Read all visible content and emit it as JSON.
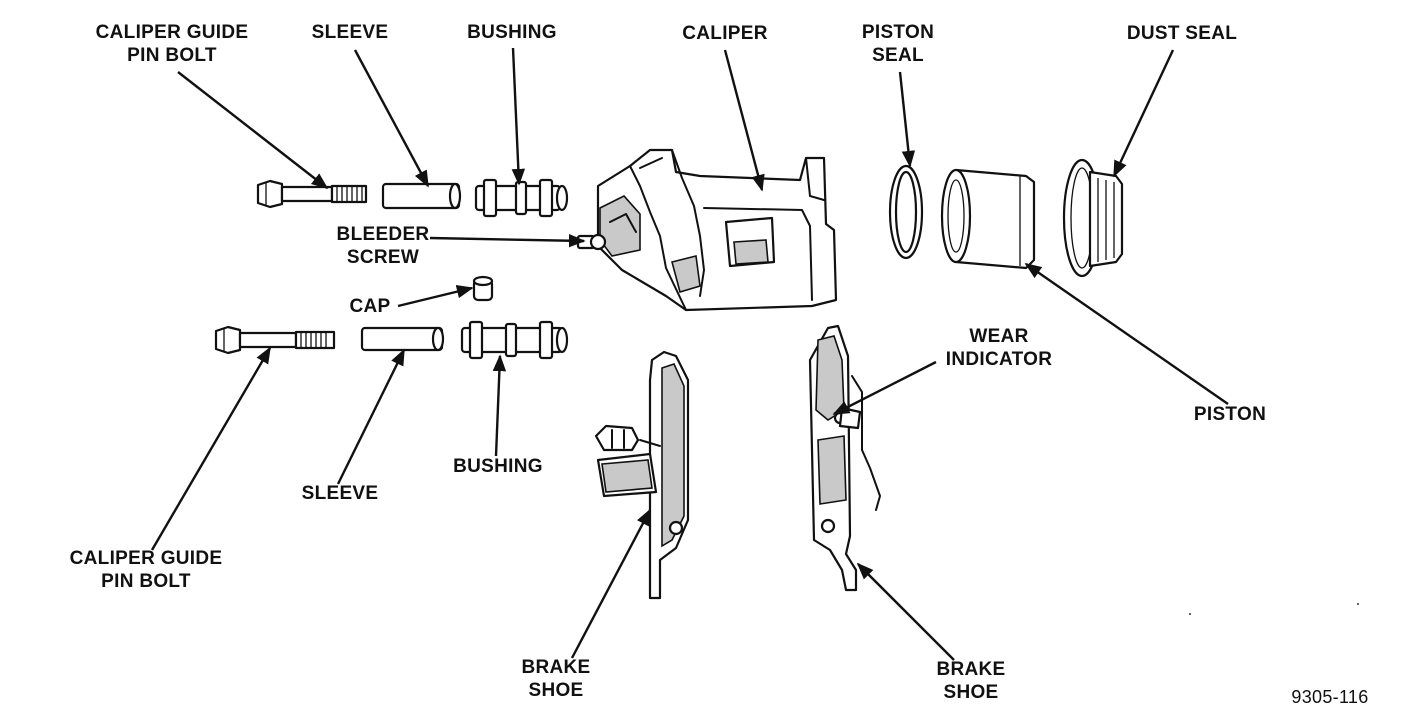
{
  "labels": {
    "caliper_guide_pin_bolt_top": [
      "CALIPER GUIDE",
      "PIN BOLT"
    ],
    "sleeve_top": "SLEEVE",
    "bushing_top": "BUSHING",
    "caliper": "CALIPER",
    "piston_seal": [
      "PISTON",
      "SEAL"
    ],
    "dust_seal": "DUST SEAL",
    "bleeder_screw": [
      "BLEEDER",
      "SCREW"
    ],
    "cap": "CAP",
    "wear_indicator": [
      "WEAR",
      "INDICATOR"
    ],
    "piston": "PISTON",
    "bushing_bottom": "BUSHING",
    "sleeve_bottom": "SLEEVE",
    "caliper_guide_pin_bolt_bottom": [
      "CALIPER GUIDE",
      "PIN BOLT"
    ],
    "brake_shoe_left": [
      "BRAKE",
      "SHOE"
    ],
    "brake_shoe_right": [
      "BRAKE",
      "SHOE"
    ]
  },
  "figure_number": "9305-116"
}
